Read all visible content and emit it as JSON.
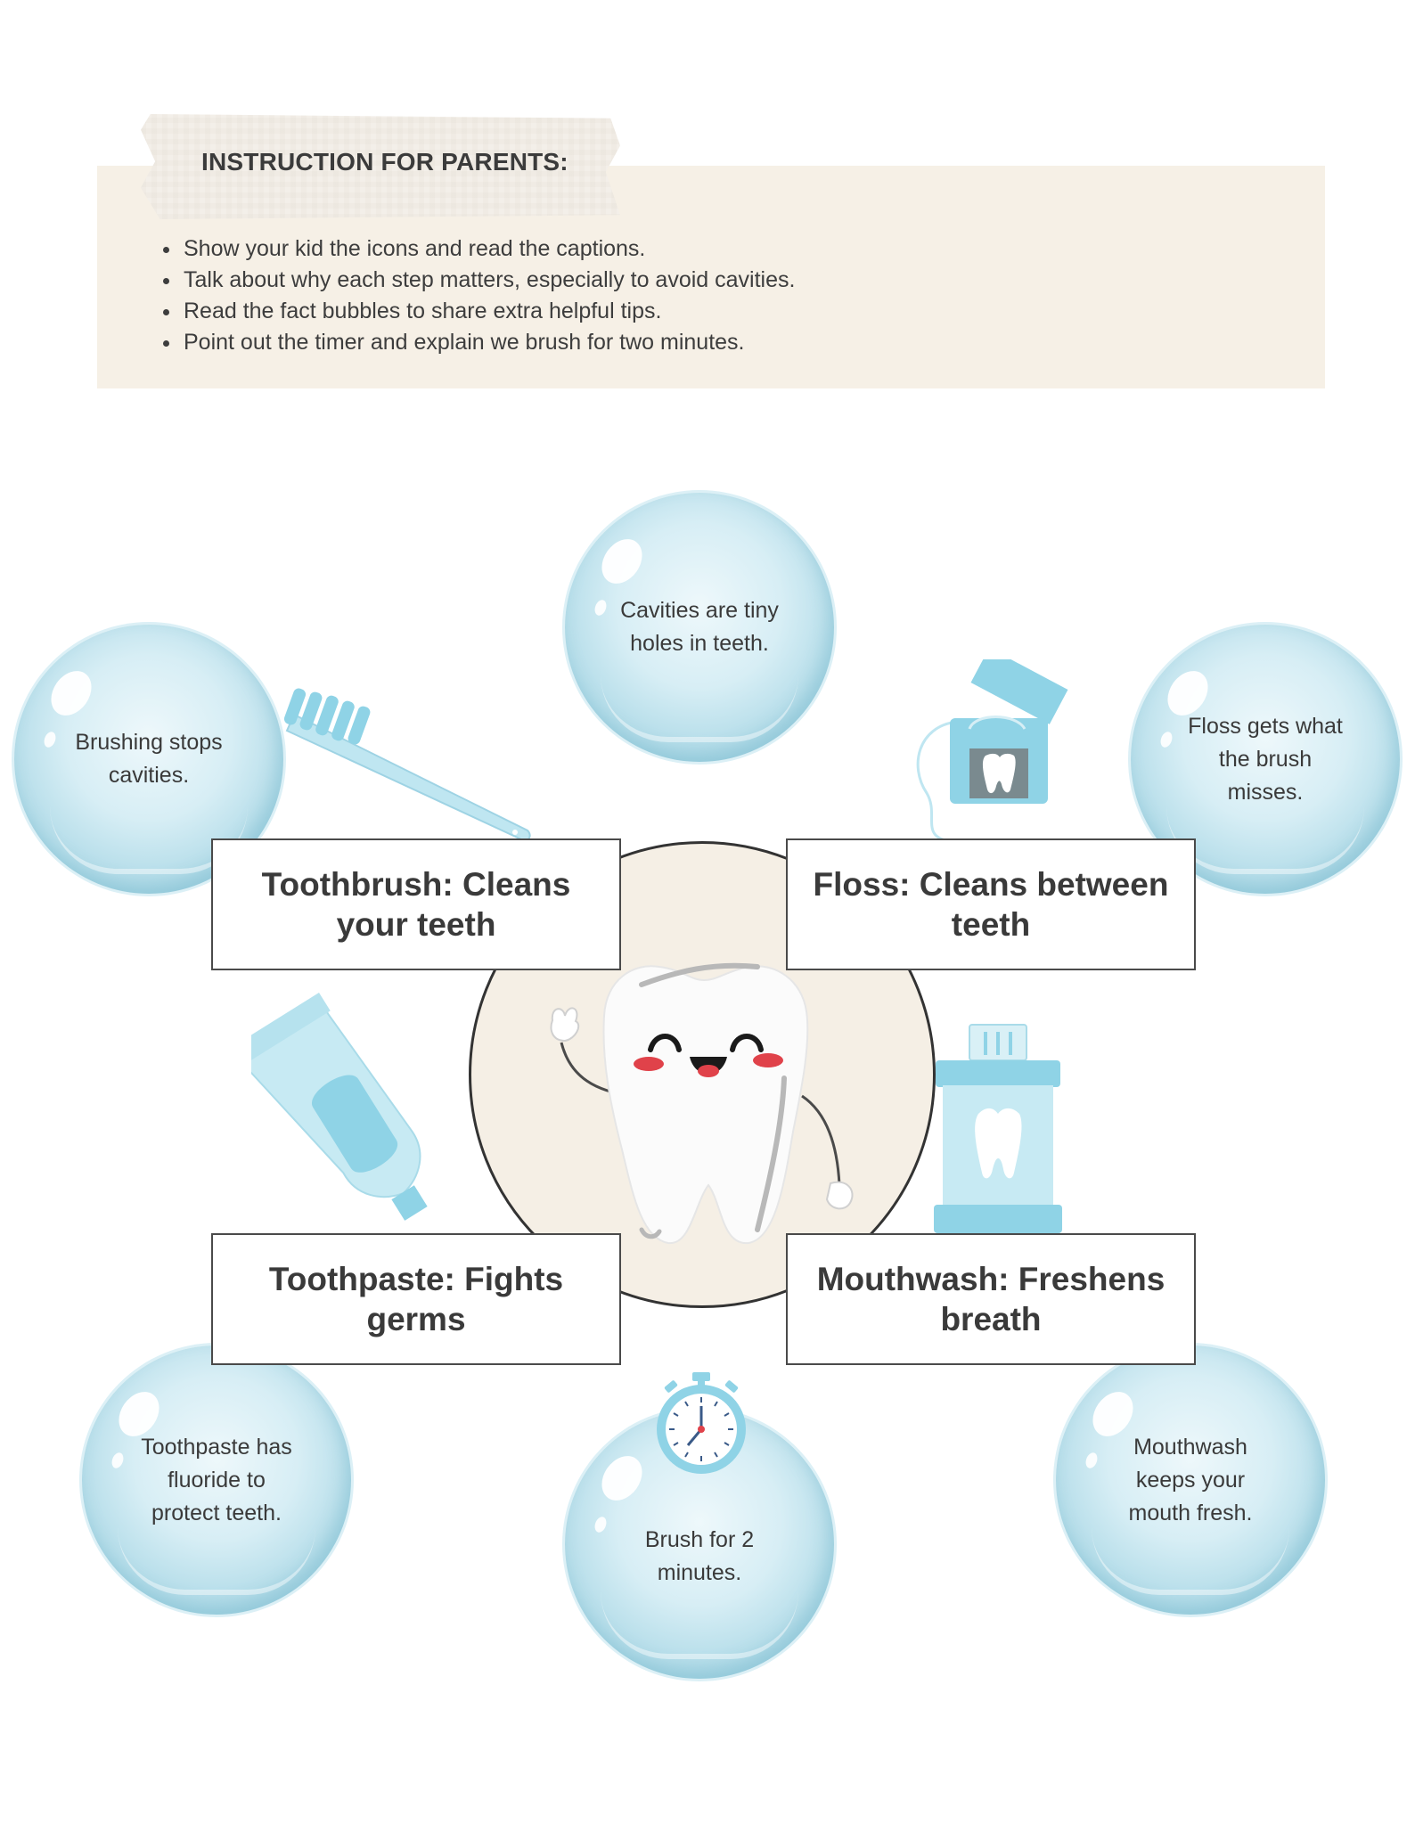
{
  "instructions": {
    "title": "INSTRUCTION FOR PARENTS:",
    "items": [
      "Show your kid the icons and read the captions.",
      "Talk about why each step matters, especially to avoid cavities.",
      "Read the fact bubbles to share extra helpful tips.",
      "Point out the timer and explain we brush for two minutes."
    ]
  },
  "bubbles": {
    "cavities": "Cavities are tiny holes in teeth.",
    "brushing": "Brushing stops cavities.",
    "floss": "Floss gets what the brush misses.",
    "toothpaste": "Toothpaste has fluoride to protect teeth.",
    "timer": "Brush for 2 minutes.",
    "mouthwash": "Mouthwash keeps your mouth fresh."
  },
  "captions": {
    "toothbrush": "Toothbrush: Cleans your teeth",
    "floss": "Floss: Cleans between teeth",
    "toothpaste": "Toothpaste: Fights germs",
    "mouthwash": "Mouthwash: Freshens breath"
  },
  "colors": {
    "panel": "#f6f0e6",
    "bubble": "#a9d7e5",
    "accent_blue": "#8fd3e6",
    "blush": "#e0424a"
  },
  "icons": [
    "toothbrush-icon",
    "floss-icon",
    "toothpaste-icon",
    "mouthwash-icon",
    "stopwatch-icon",
    "tooth-mascot-icon"
  ]
}
